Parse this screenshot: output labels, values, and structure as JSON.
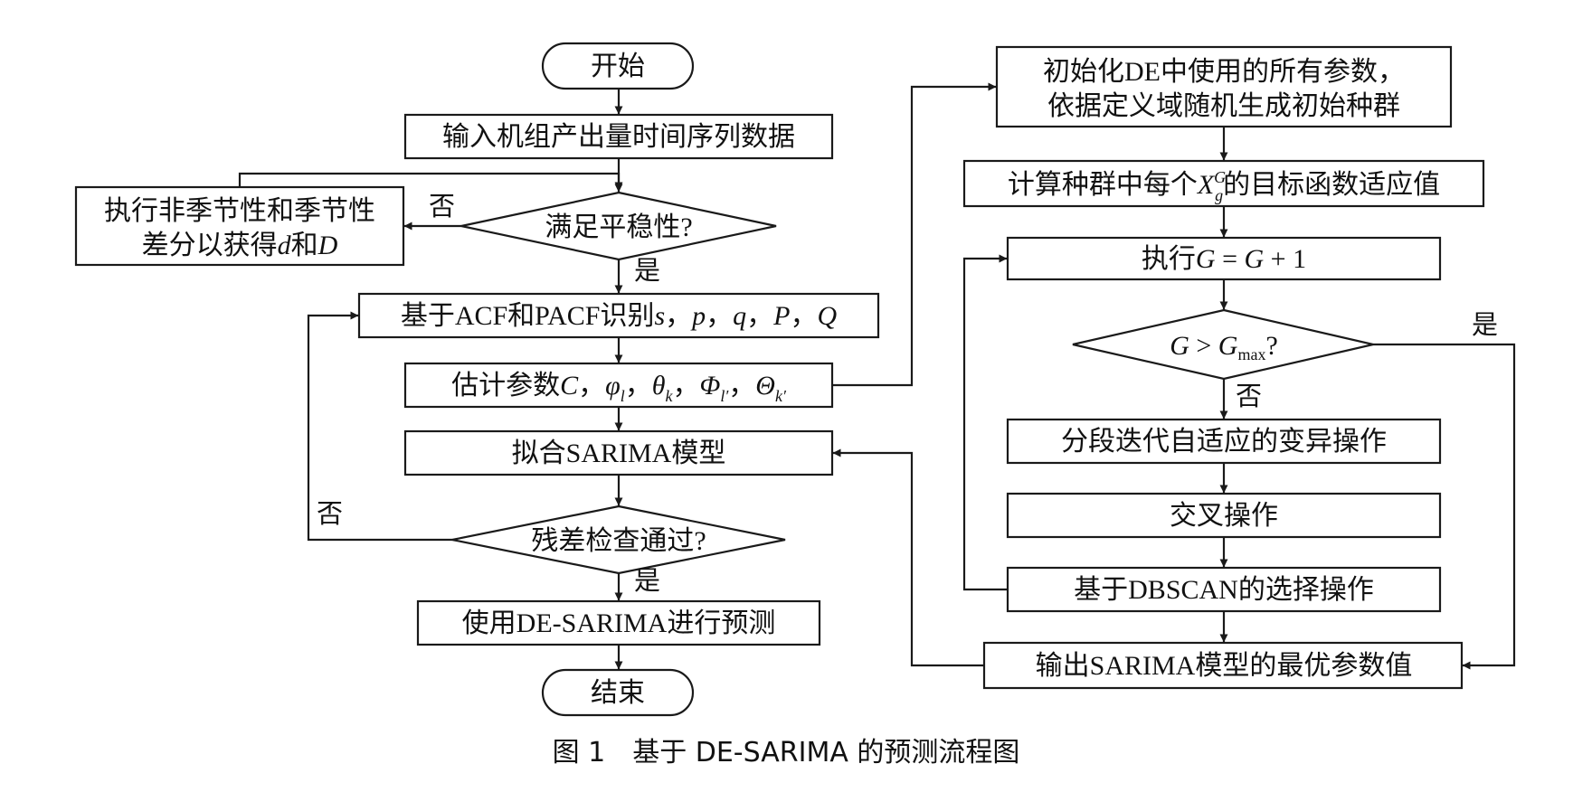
{
  "flow": {
    "start": "开始",
    "input": "输入机组产出量时间序列数据",
    "stationary_q": "满足平稳性?",
    "diff_line1": "执行非季节性和季节性",
    "diff_line2_a": "差分以获得",
    "diff_line2_d": "d",
    "diff_line2_he": "和",
    "diff_line2_D": "D",
    "identify": {
      "prefix": "基于ACF和PACF识别",
      "s": "s",
      "p": "p",
      "q": "q",
      "P": "P",
      "Q": "Q",
      "sep": "，"
    },
    "estimate": {
      "prefix": "估计参数",
      "C": "C",
      "phi": "φ",
      "phi_sub": "l",
      "theta": "θ",
      "theta_sub": "k",
      "Phi": "Φ",
      "Phi_sub": "l′",
      "Theta": "Θ",
      "Theta_sub": "k′",
      "sep": "，"
    },
    "fit": "拟合SARIMA模型",
    "residual_q": "残差检查通过?",
    "predict": "使用DE-SARIMA进行预测",
    "end": "结束",
    "yes": "是",
    "no": "否"
  },
  "de": {
    "init_line1": "初始化DE中使用的所有参数，",
    "init_line2": "依据定义域随机生成初始种群",
    "fitness_prefix": "计算种群中每个",
    "fitness_X": "X",
    "fitness_sup": "G",
    "fitness_sub": "g",
    "fitness_suffix": "的目标函数适应值",
    "iterate_prefix": "执行",
    "iterate_expr": "G",
    "iterate_eq": " = ",
    "iterate_expr2": "G",
    "iterate_plus": " + 1",
    "gmax_G": "G",
    "gmax_gt": " > ",
    "gmax_G2": "G",
    "gmax_sub": "max",
    "gmax_q": "?",
    "mutation": "分段迭代自适应的变异操作",
    "crossover": "交叉操作",
    "selection": "基于DBSCAN的选择操作",
    "output": "输出SARIMA模型的最优参数值",
    "yes": "是",
    "no": "否"
  },
  "caption": "图 1　基于 DE-SARIMA 的预测流程图"
}
